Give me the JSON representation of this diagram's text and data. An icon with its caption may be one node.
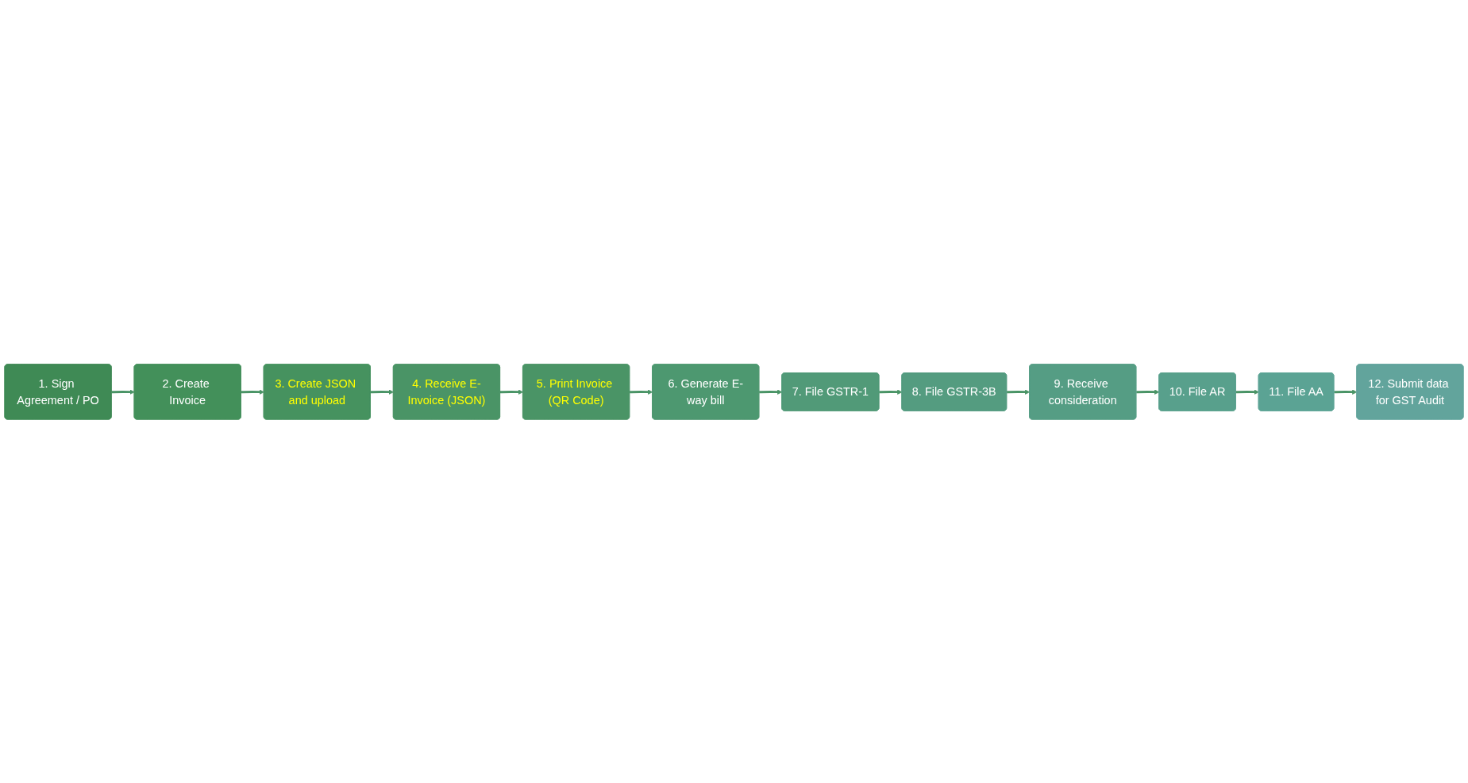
{
  "diagram": {
    "nodes": [
      {
        "text": [
          "1. Sign Agreement / PO"
        ]
      },
      {
        "text": [
          "2. Create Invoice"
        ]
      },
      {
        "text": [
          "3. Create JSON and upload"
        ]
      },
      {
        "text": [
          "4. Receive E-Invoice (JSON)"
        ]
      },
      {
        "text": [
          "5. Print Invoice (QR Code)"
        ]
      },
      {
        "text": [
          "6. Generate E-way bill"
        ]
      },
      {
        "text": [
          "7. File GSTR-1"
        ]
      },
      {
        "text": [
          "8. File GSTR-3B"
        ]
      },
      {
        "text": [
          "9. Receive consideration"
        ]
      },
      {
        "text": [
          "10. File AR"
        ]
      },
      {
        "text": [
          "11. File AA"
        ]
      },
      {
        "text": [
          "12. Submit data for GST Audit"
        ]
      }
    ],
    "edges": [
      {
        "from": 0,
        "to": 1,
        "arrow": "to"
      },
      {
        "from": 1,
        "to": 2,
        "arrow": "to"
      },
      {
        "from": 2,
        "to": 3,
        "arrow": "to"
      },
      {
        "from": 3,
        "to": 4,
        "arrow": "to"
      },
      {
        "from": 4,
        "to": 5,
        "arrow": "to"
      },
      {
        "from": 5,
        "to": 6,
        "arrow": "to"
      },
      {
        "from": 6,
        "to": 7,
        "arrow": "to"
      },
      {
        "from": 7,
        "to": 8,
        "arrow": "to"
      },
      {
        "from": 8,
        "to": 9,
        "arrow": "to"
      },
      {
        "from": 9,
        "to": 10,
        "arrow": "to"
      },
      {
        "from": 10,
        "to": 11,
        "arrow": "to"
      }
    ]
  }
}
